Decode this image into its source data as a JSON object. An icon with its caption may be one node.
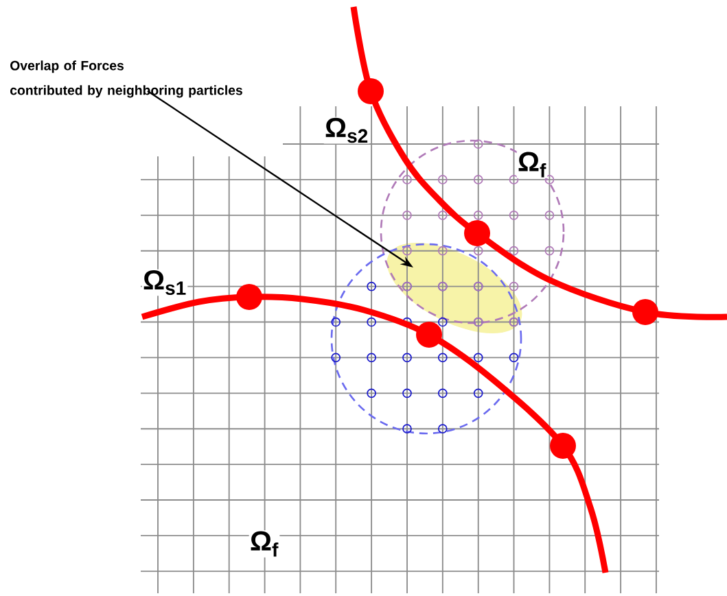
{
  "diagram": {
    "nodes": [
      {
        "text": [
          "Overlap of Forces",
          "contributed by neighboring particles"
        ]
      },
      {
        "text": [],
        "shape": "ellipse"
      }
    ],
    "edges": [
      {
        "from": 0,
        "to": 1,
        "arrow": "to"
      }
    ],
    "labels": [
      "Ω$_{s2}$",
      "Ω$_{f}$",
      "Ω$_{s1}$",
      "Ω$_{f}$"
    ]
  }
}
